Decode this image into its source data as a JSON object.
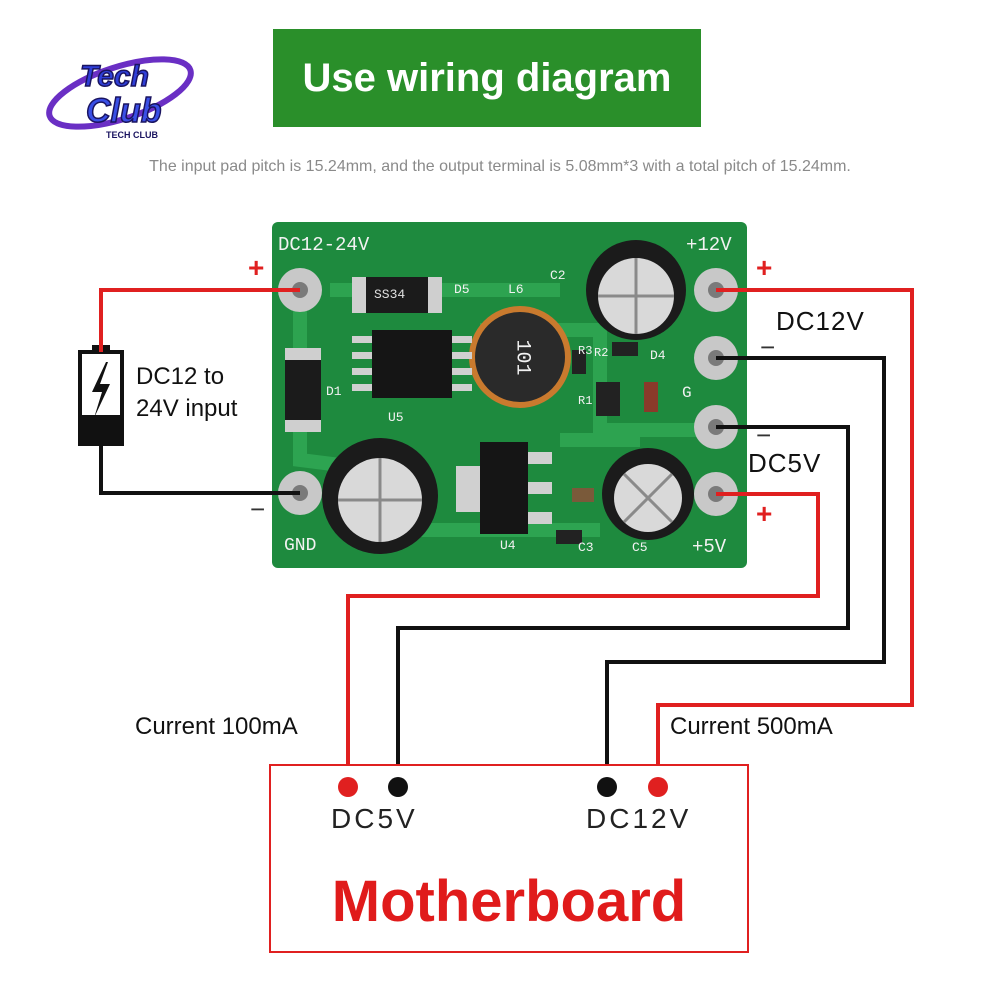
{
  "logo": {
    "text_line1": "Tech",
    "text_line2": "Club",
    "text_small": "TECH CLUB"
  },
  "banner": {
    "title": "Use wiring diagram",
    "color": "#2a8f2a"
  },
  "subtitle": "The input pad pitch is 15.24mm, and the output terminal is 5.08mm*3 with a total pitch of 15.24mm.",
  "battery": {
    "label_line1": "DC12 to",
    "label_line2": "24V input"
  },
  "board": {
    "input_label": "DC12-24V",
    "gnd_label": "GND",
    "out12_label": "+12V",
    "out5_label": "+5V",
    "g_label": "G",
    "inductor_code": "101",
    "diode_code": "SS34",
    "components": {
      "d5": "D5",
      "l6": "L6",
      "c2": "C2",
      "u5": "U5",
      "d1": "D1",
      "d4": "D4",
      "r1": "R1",
      "r2": "R2",
      "r3": "R3",
      "u4": "U4",
      "c3": "C3",
      "c5": "C5"
    }
  },
  "signs": {
    "in_plus": "+",
    "in_minus": "−",
    "out12_plus": "+",
    "out12_minus": "−",
    "out5_minus": "−",
    "out5_plus": "+"
  },
  "outputs": {
    "dc12_label": "DC12V",
    "dc5_label": "DC5V"
  },
  "currents": {
    "left": "Current 100mA",
    "right": "Current 500mA"
  },
  "motherboard": {
    "title": "Motherboard",
    "conn_5v": "DC5V",
    "conn_12v": "DC12V",
    "title_color": "#e01b1b"
  },
  "colors": {
    "wire_positive": "#e02020",
    "wire_negative": "#111111",
    "pcb": "#1e8a3e"
  }
}
